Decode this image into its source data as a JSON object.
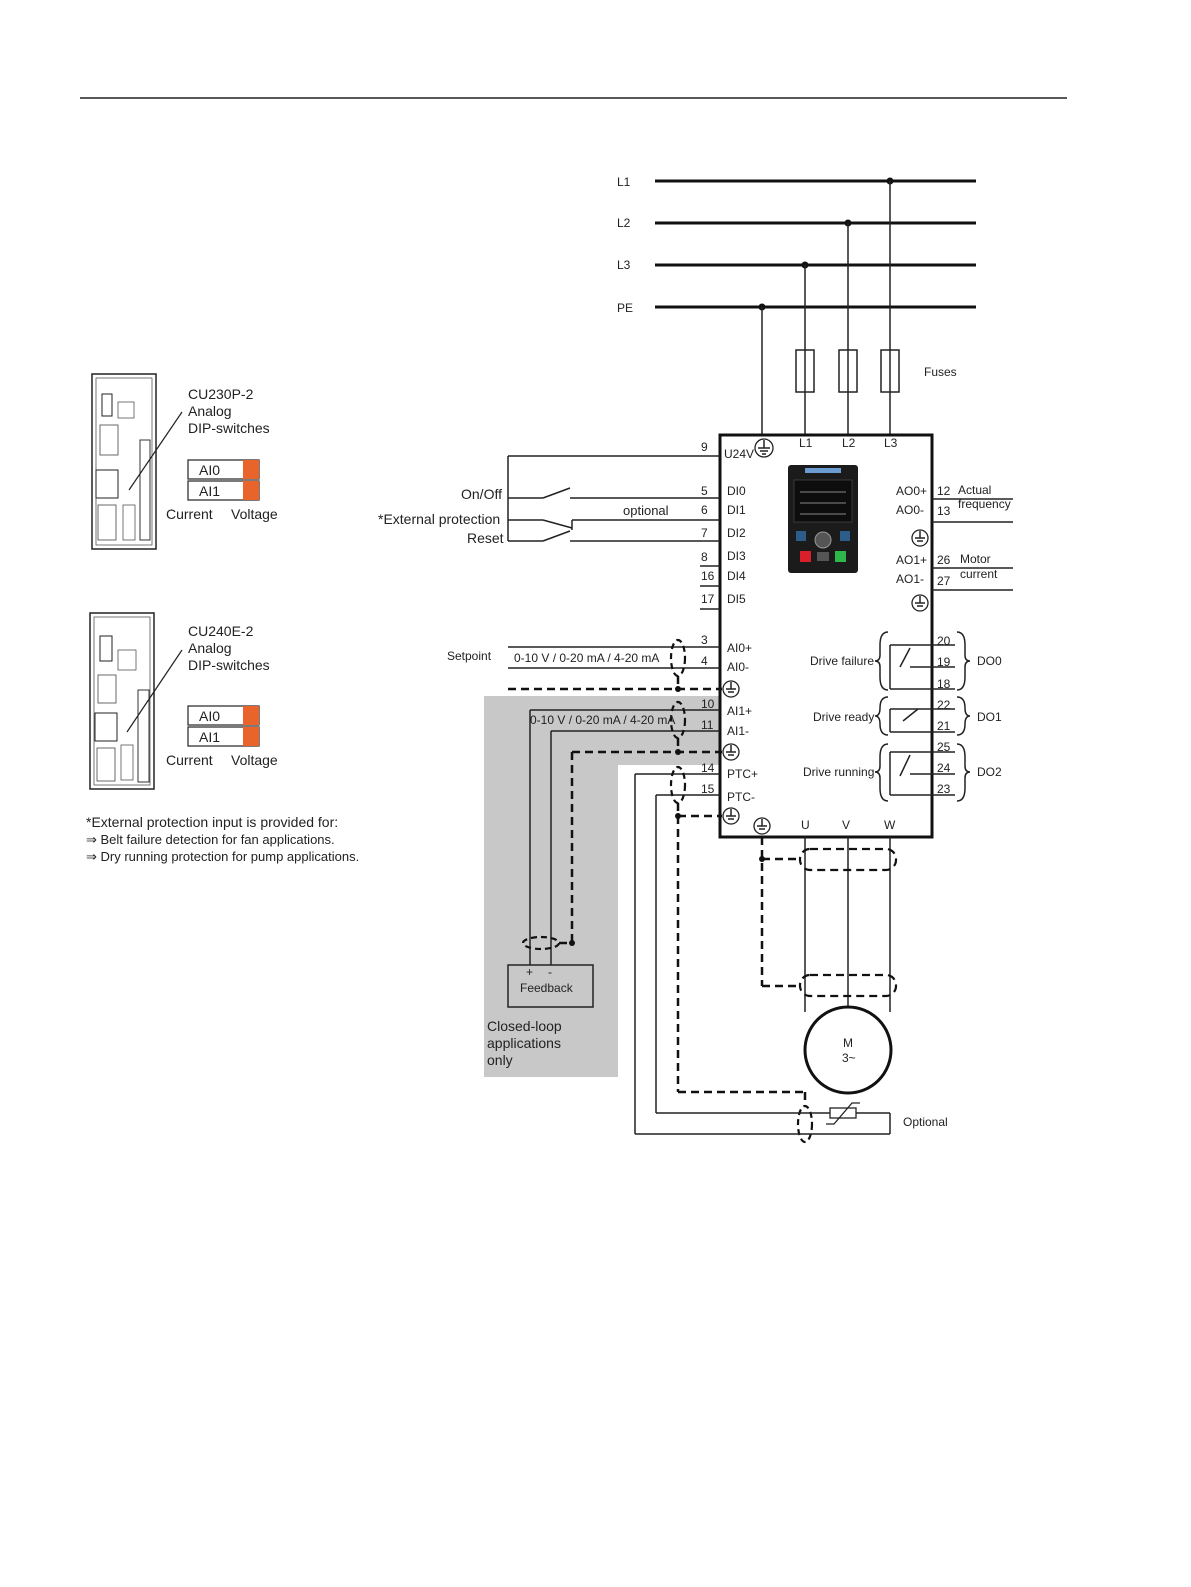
{
  "mains": {
    "l1": "L1",
    "l2": "L2",
    "l3": "L3",
    "pe": "PE"
  },
  "fuses_label": "Fuses",
  "cu230": {
    "title": "CU230P-2",
    "subtitle1": "Analog",
    "subtitle2": "DIP-switches",
    "ai0": "AI0",
    "ai1": "AI1",
    "current": "Current",
    "voltage": "Voltage"
  },
  "cu240": {
    "title": "CU240E-2",
    "subtitle1": "Analog",
    "subtitle2": "DIP-switches",
    "ai0": "AI0",
    "ai1": "AI1",
    "current": "Current",
    "voltage": "Voltage"
  },
  "note": {
    "title": "*External protection input is provided for:",
    "item1": "⇒ Belt failure detection for fan applications.",
    "item2": "⇒ Dry running protection for pump applications."
  },
  "inputs": {
    "onoff": "On/Off",
    "ext_protection": "*External protection",
    "reset": "Reset",
    "optional": "optional",
    "setpoint": "Setpoint",
    "range_ai0": "0-10 V / 0-20 mA / 4-20 mA",
    "range_ai1": "0-10 V / 0-20 mA / 4-20 mA"
  },
  "terminals_left": [
    {
      "num": "9",
      "name": "U24V"
    },
    {
      "num": "5",
      "name": "DI0"
    },
    {
      "num": "6",
      "name": "DI1"
    },
    {
      "num": "7",
      "name": "DI2"
    },
    {
      "num": "8",
      "name": "DI3"
    },
    {
      "num": "16",
      "name": "DI4"
    },
    {
      "num": "17",
      "name": "DI5"
    },
    {
      "num": "3",
      "name": "AI0+"
    },
    {
      "num": "4",
      "name": "AI0-"
    },
    {
      "num": "10",
      "name": "AI1+"
    },
    {
      "num": "11",
      "name": "AI1-"
    },
    {
      "num": "14",
      "name": "PTC+"
    },
    {
      "num": "15",
      "name": "PTC-"
    }
  ],
  "top_terminals": [
    "L1",
    "L2",
    "L3"
  ],
  "bottom_terminals": [
    "U",
    "V",
    "W"
  ],
  "outputs": {
    "ao0p": "AO0+",
    "ao0m": "AO0-",
    "ao1p": "AO1+",
    "ao1m": "AO1-",
    "t12": "12",
    "t13": "13",
    "t26": "26",
    "t27": "27",
    "actual": "Actual",
    "frequency": "frequency",
    "motor": "Motor",
    "current": "current"
  },
  "relays": [
    {
      "label": "Drive failure",
      "terms": [
        "20",
        "19",
        "18"
      ],
      "out": "DO0"
    },
    {
      "label": "Drive ready",
      "terms": [
        "22",
        "21"
      ],
      "out": "DO1"
    },
    {
      "label": "Drive running",
      "terms": [
        "25",
        "24",
        "23"
      ],
      "out": "DO2"
    }
  ],
  "feedback": {
    "label": "Feedback",
    "plus": "+",
    "minus": "-"
  },
  "closed_loop": {
    "line1": "Closed-loop",
    "line2": "applications",
    "line3": "only"
  },
  "motor": {
    "m": "M",
    "phase": "3~"
  },
  "optional_label": "Optional",
  "colors": {
    "dip_orange": "#e8642a",
    "shade_gray": "#c8c8c8",
    "led_red": "#d8202a",
    "led_green": "#2fb84a"
  }
}
